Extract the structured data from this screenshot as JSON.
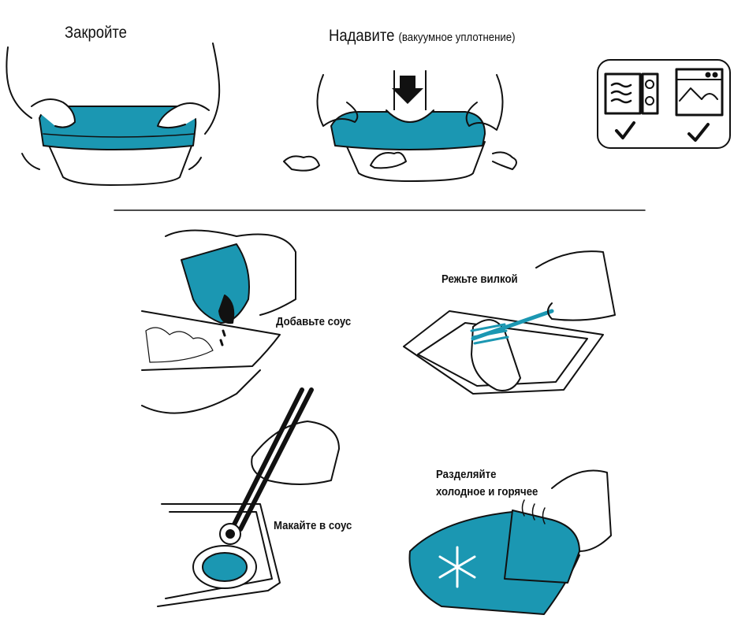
{
  "steps": {
    "close": "Закройте",
    "press": "Надавите",
    "press_note": "(вакуумное уплотнение)",
    "add_sauce": "Добавьте соус",
    "cut_fork": "Режьте вилкой",
    "dip_sauce": "Макайте в соус",
    "separate_1": "Разделяйте",
    "separate_2": "холодное и горячее"
  },
  "compatibility": {
    "microwave_icon": "microwave-icon",
    "dishwasher_icon": "dishwasher-icon",
    "microwave_safe": true,
    "dishwasher_safe": true
  },
  "colors": {
    "lid": "#1b97b2",
    "line": "#111111"
  }
}
